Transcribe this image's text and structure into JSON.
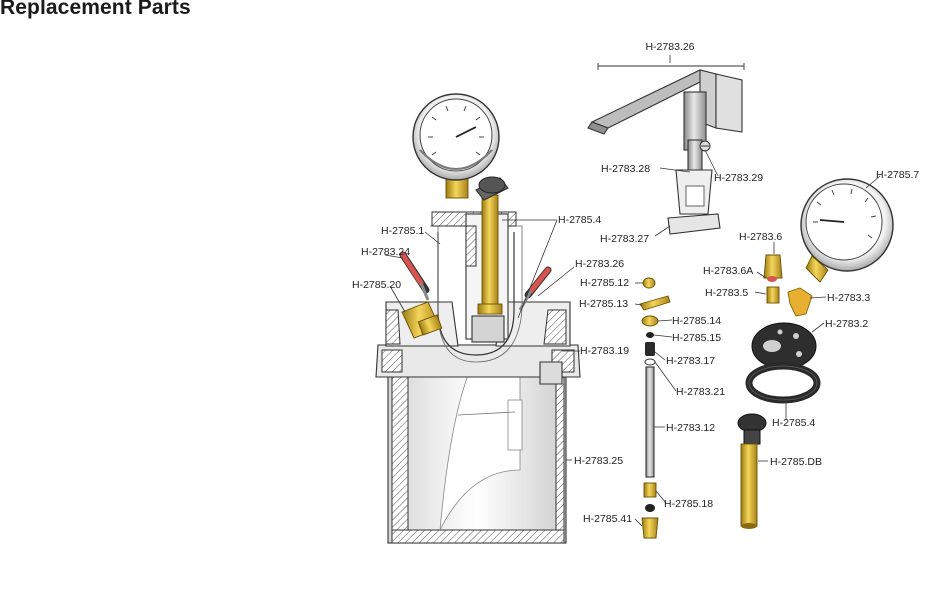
{
  "page": {
    "title": "Replacement Parts"
  },
  "diagram": {
    "labels": {
      "h2783_26_top": "H-2783.26",
      "h2783_28": "H-2783.28",
      "h2783_29": "H-2783.29",
      "h2783_27": "H-2783.27",
      "h2785_7": "H-2785.7",
      "h2785_4_top": "H-2785.4",
      "h2785_1": "H-2785.1",
      "h2783_24": "H-2783.24",
      "h2785_20": "H-2785.20",
      "h2783_26_mid": "H-2783.26",
      "h2785_12": "H-2785.12",
      "h2785_13": "H-2785.13",
      "h2785_14": "H-2785.14",
      "h2785_15": "H-2785.15",
      "h2783_17": "H-2783.17",
      "h2783_19": "H-2783.19",
      "h2783_21": "H-2783.21",
      "h2783_12": "H-2783.12",
      "h2783_25": "H-2783.25",
      "h2785_18": "H-2785.18",
      "h2785_41": "H-2785.41",
      "h2783_6": "H-2783.6",
      "h2783_6a": "H-2783.6A",
      "h2783_5": "H-2783.5",
      "h2783_3": "H-2783.3",
      "h2783_2": "H-2783.2",
      "h2785_4_right": "H-2785.4",
      "h2785_db": "H-2785.DB"
    }
  }
}
